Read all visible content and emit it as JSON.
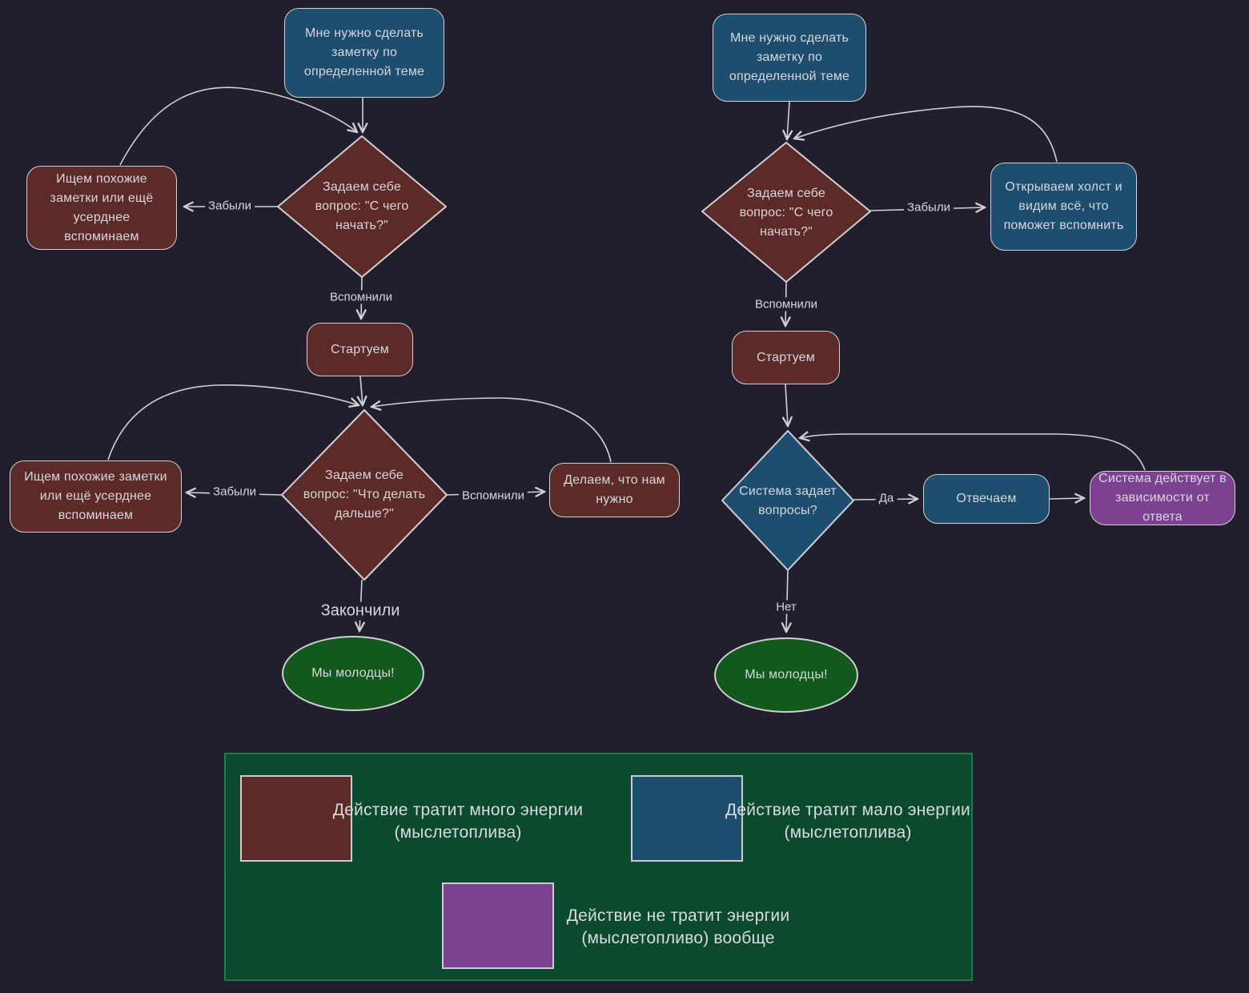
{
  "colors": {
    "background": "#211f2c",
    "node_blue": "#1d4e6e",
    "node_maroon": "#5d2b27",
    "node_green": "#125a1b",
    "node_purple": "#7c4291",
    "legend_background": "#0b4a2d",
    "stroke": "#d0d1d6",
    "text": "#d5d7dd"
  },
  "left_flow": {
    "start": "Мне нужно сделать заметку по определенной теме",
    "question1": "Задаем себе вопрос: \"С чего начать?\"",
    "search_notes1": "Ищем похожие заметки или ещё усерднее вспоминаем",
    "label_forgot": "Забыли",
    "label_remembered": "Вспомнили",
    "start_doing": "Стартуем",
    "question2": "Задаем себе вопрос: \"Что делать дальше?\"",
    "search_notes2": "Ищем похожие заметки или ещё усерднее вспоминаем",
    "do_needed": "Делаем, что нам нужно",
    "label_finished": "Закончили",
    "end": "Мы молодцы!"
  },
  "right_flow": {
    "start": "Мне нужно сделать заметку по определенной теме",
    "question1": "Задаем себе вопрос: \"С чего начать?\"",
    "label_forgot": "Забыли",
    "open_canvas": "Открываем холст и видим всё, что поможет вспомнить",
    "label_remembered": "Вспомнили",
    "start_doing": "Стартуем",
    "question2": "Система задает вопросы?",
    "label_yes": "Да",
    "answer": "Отвечаем",
    "system_acts": "Система действует в зависимости от ответа",
    "label_no": "Нет",
    "end": "Мы молодцы!"
  },
  "legend": {
    "items": [
      {
        "color": "#5d2b27",
        "label": "Действие тратит много энергии (мыслетоплива)"
      },
      {
        "color": "#1d4e6e",
        "label": "Действие тратит мало энергии (мыслетоплива)"
      },
      {
        "color": "#7c4291",
        "label": "Действие не тратит энергии (мыслетопливо) вообще"
      }
    ]
  }
}
